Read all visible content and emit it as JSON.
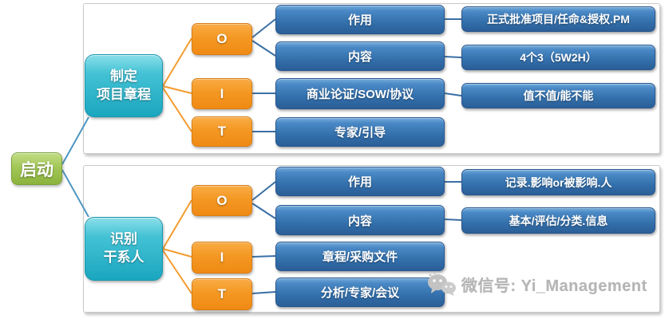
{
  "root": {
    "label": "启动"
  },
  "groups": [
    {
      "topic": {
        "line1": "制定",
        "line2": "项目章程"
      },
      "oit": {
        "o": "O",
        "i": "I",
        "t": "T"
      },
      "mid": [
        "作用",
        "内容",
        "商业论证/SOW/协议",
        "专家/引导"
      ],
      "right": [
        "正式批准项目/任命&授权.PM",
        "4个3（5W2H）",
        "值不值/能不能"
      ]
    },
    {
      "topic": {
        "line1": "识别",
        "line2": "干系人"
      },
      "oit": {
        "o": "O",
        "i": "I",
        "t": "T"
      },
      "mid": [
        "作用",
        "内容",
        "章程/采购文件",
        "分析/专家/会议"
      ],
      "right": [
        "记录.影响or被影响.人",
        "基本/评估/分类.信息"
      ]
    }
  ],
  "watermark": {
    "text": "微信号: Yi_Management",
    "icon": "wechat-icon"
  },
  "palette": {
    "root_green": "#94bd4a",
    "topic_cyan": "#2cb5cc",
    "oit_orange": "#f0941d",
    "node_blue": "#3572ae",
    "link_teal": "#4e96c2",
    "link_orange": "#f39c2f",
    "link_blue": "#3a6fa5",
    "panel_border": "#c9c9c9",
    "watermark_gray": "#b5b5b5"
  }
}
